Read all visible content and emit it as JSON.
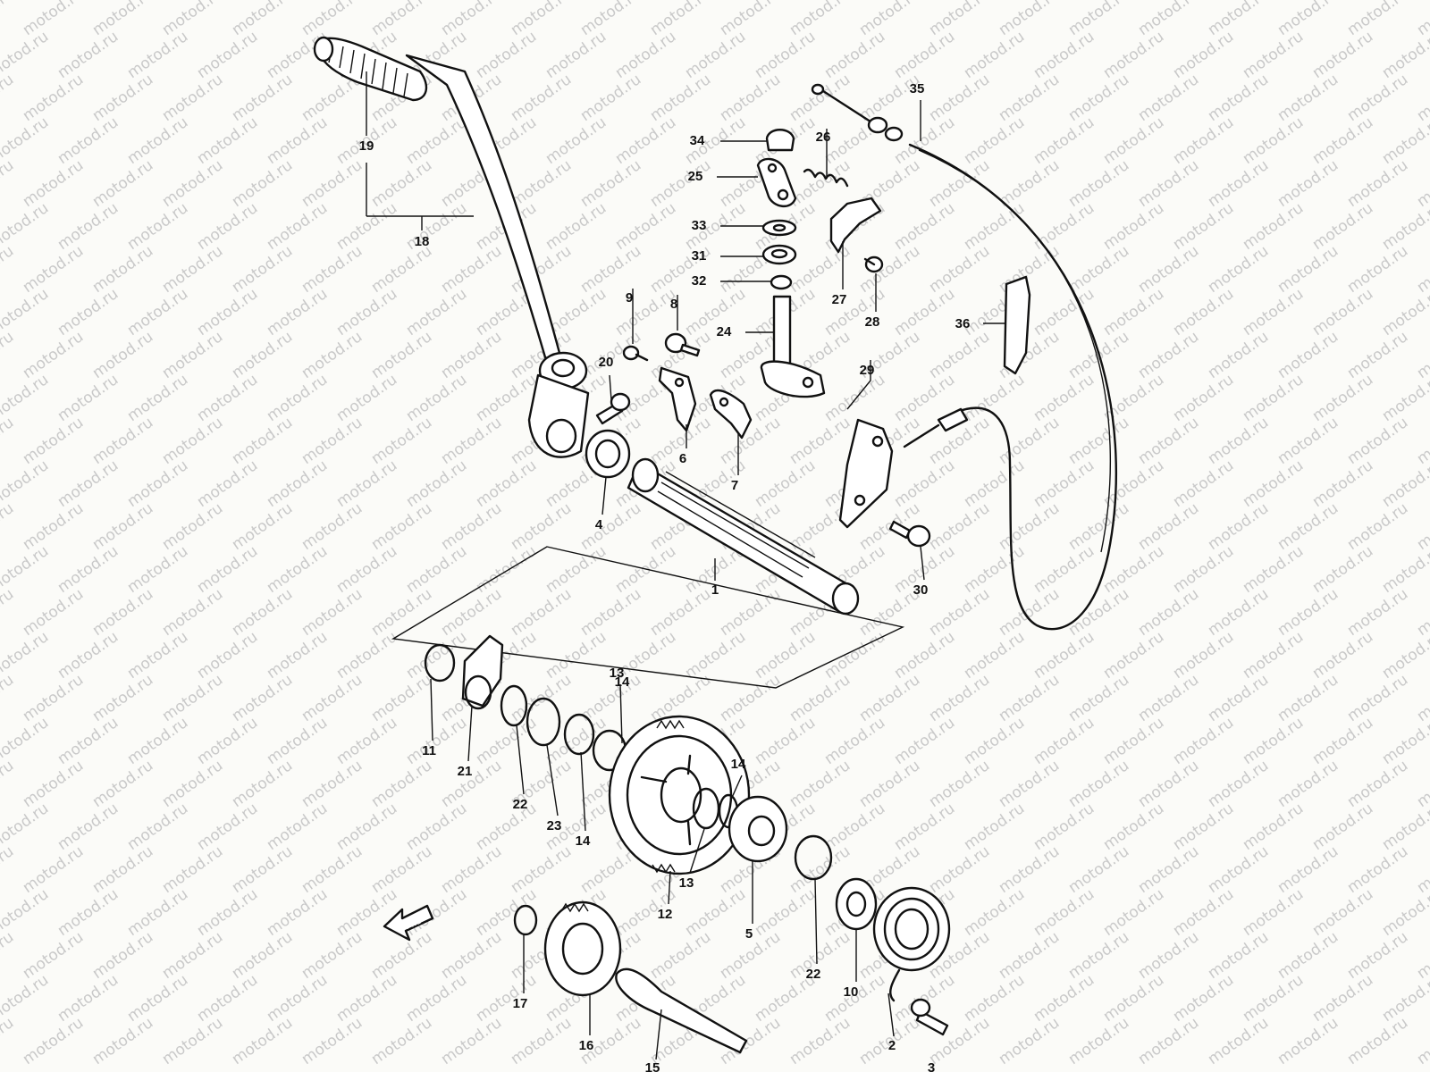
{
  "watermark": "motod.ru",
  "colors": {
    "ink": "#111111",
    "paper": "#fbfbf8",
    "watermark": "#c9c9c9"
  },
  "labels": [
    "1",
    "2",
    "3",
    "4",
    "5",
    "6",
    "7",
    "8",
    "9",
    "10",
    "11",
    "12",
    "13",
    "13",
    "14",
    "14",
    "14",
    "15",
    "16",
    "17",
    "18",
    "19",
    "20",
    "21",
    "22",
    "22",
    "23",
    "24",
    "25",
    "26",
    "27",
    "28",
    "29",
    "30",
    "31",
    "32",
    "33",
    "34",
    "35",
    "36"
  ],
  "direction_arrow": {
    "icon": "front-direction-arrow-icon",
    "text": "FWD"
  }
}
